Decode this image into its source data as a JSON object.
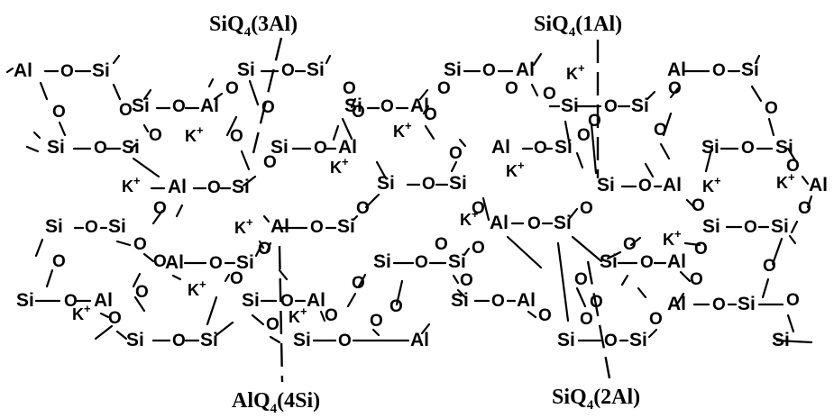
{
  "labels": {
    "si": "Si",
    "al": "Al",
    "o": "O",
    "k": "K",
    "k_charge": "+"
  },
  "callouts": [
    {
      "id": "siq4-3al",
      "pre": "SiQ",
      "sub": "4",
      "post": "(3Al)"
    },
    {
      "id": "siq4-1al",
      "pre": "SiQ",
      "sub": "4",
      "post": "(1Al)"
    },
    {
      "id": "alq4-4si",
      "pre": "AlQ",
      "sub": "4",
      "post": "(4Si)"
    },
    {
      "id": "siq4-2al",
      "pre": "SiQ",
      "sub": "4",
      "post": "(2Al)"
    }
  ]
}
